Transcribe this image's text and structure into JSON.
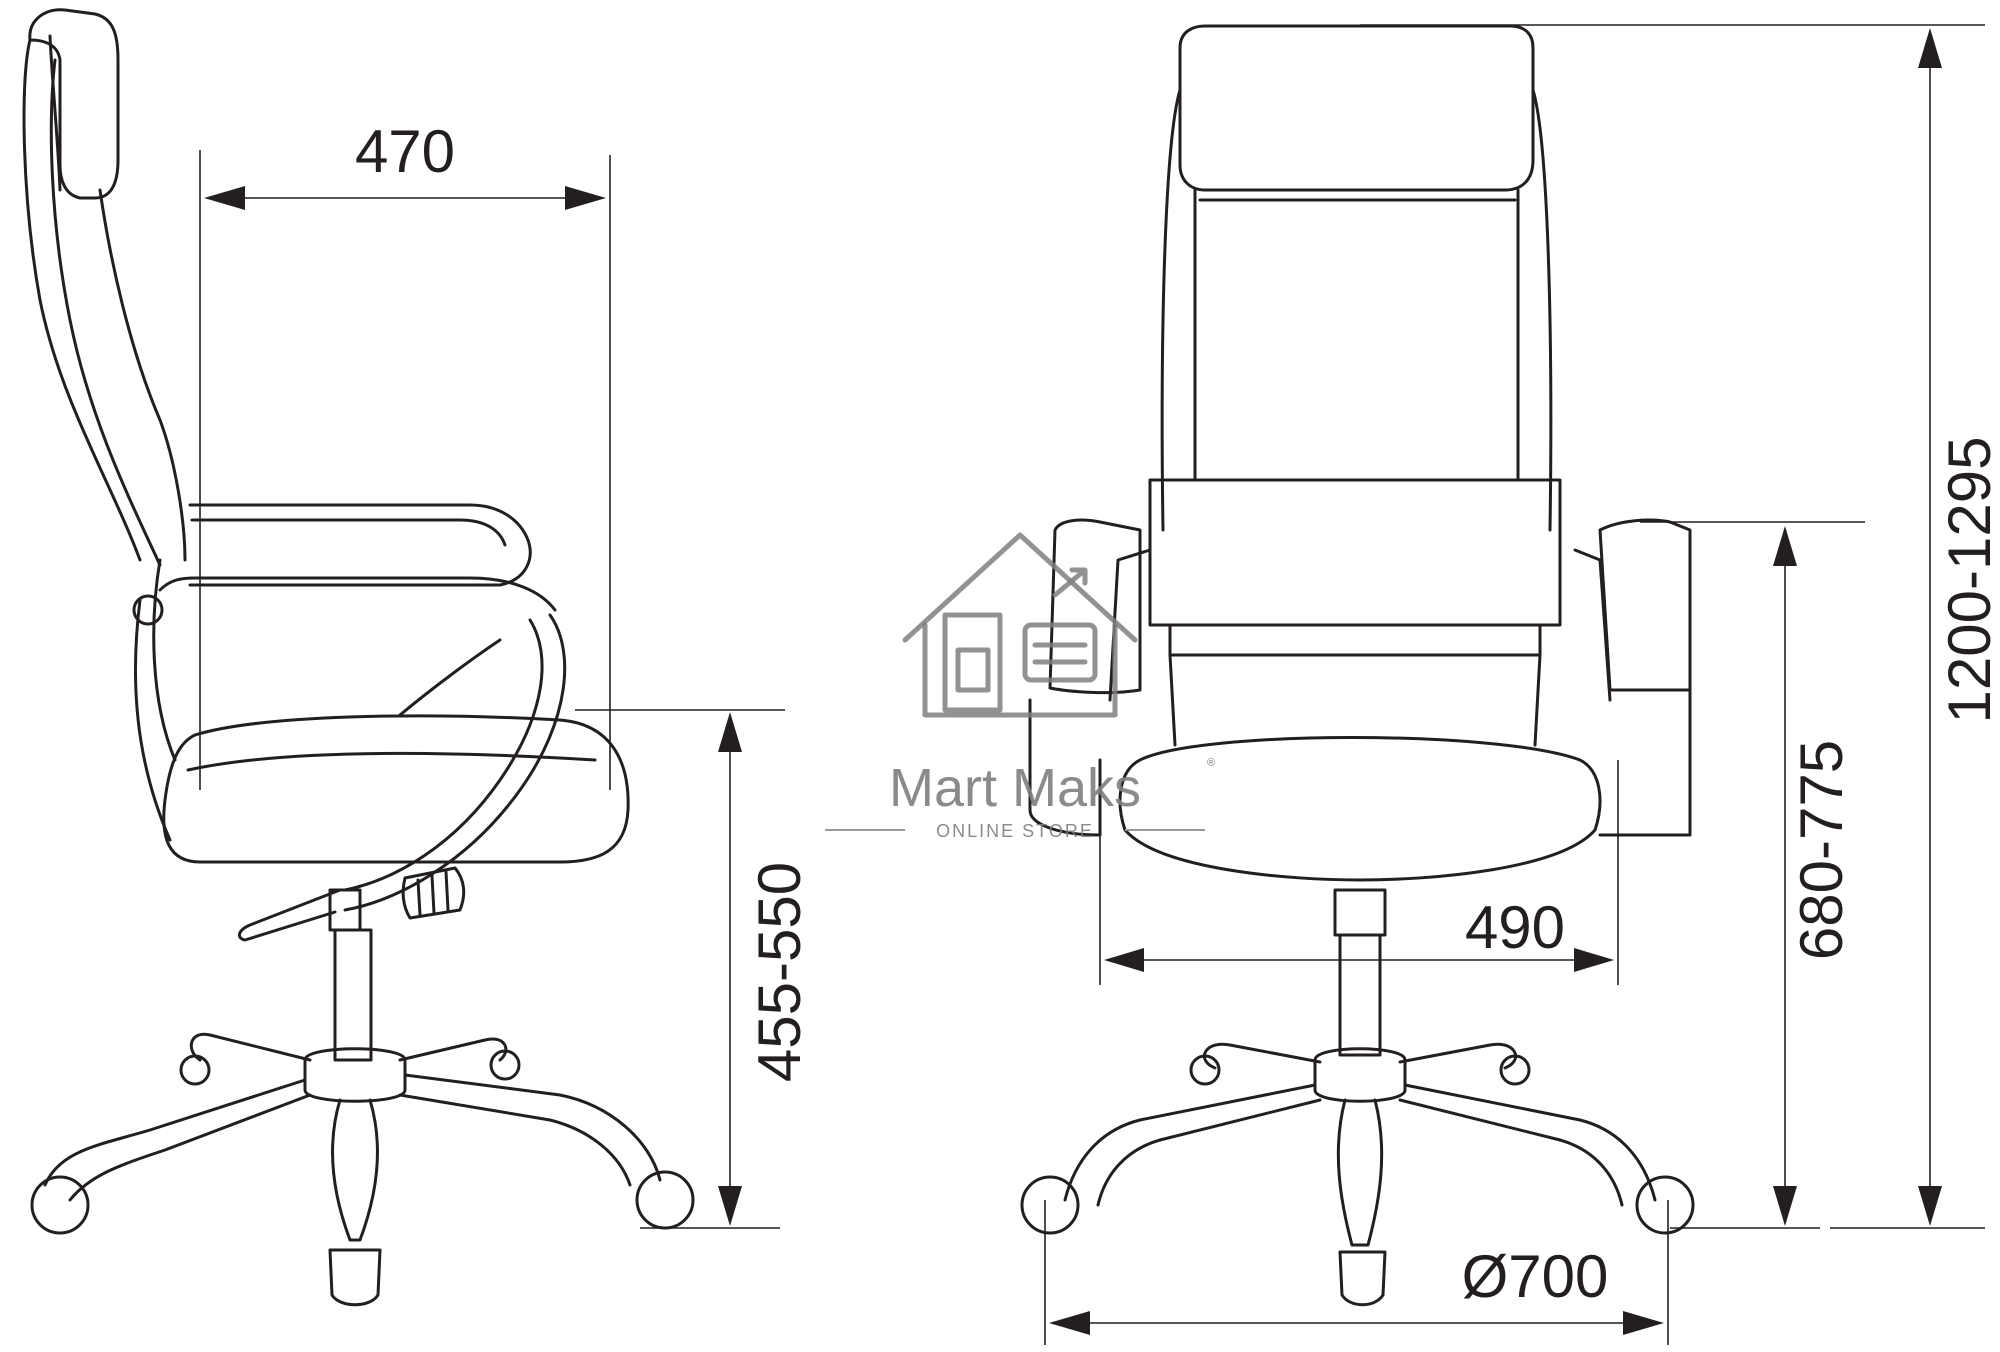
{
  "dimensions": {
    "seat_depth": "470",
    "seat_width": "490",
    "base_diameter": "Ø700",
    "seat_height": "455-550",
    "armrest_height": "680-775",
    "overall_height": "1200-1295"
  },
  "watermark": {
    "brand": "Mart Maks",
    "tagline": "ONLINE STORE",
    "registered": "®"
  },
  "colors": {
    "line": "#231f20",
    "watermark": "#7f7f80",
    "background": "#ffffff"
  }
}
